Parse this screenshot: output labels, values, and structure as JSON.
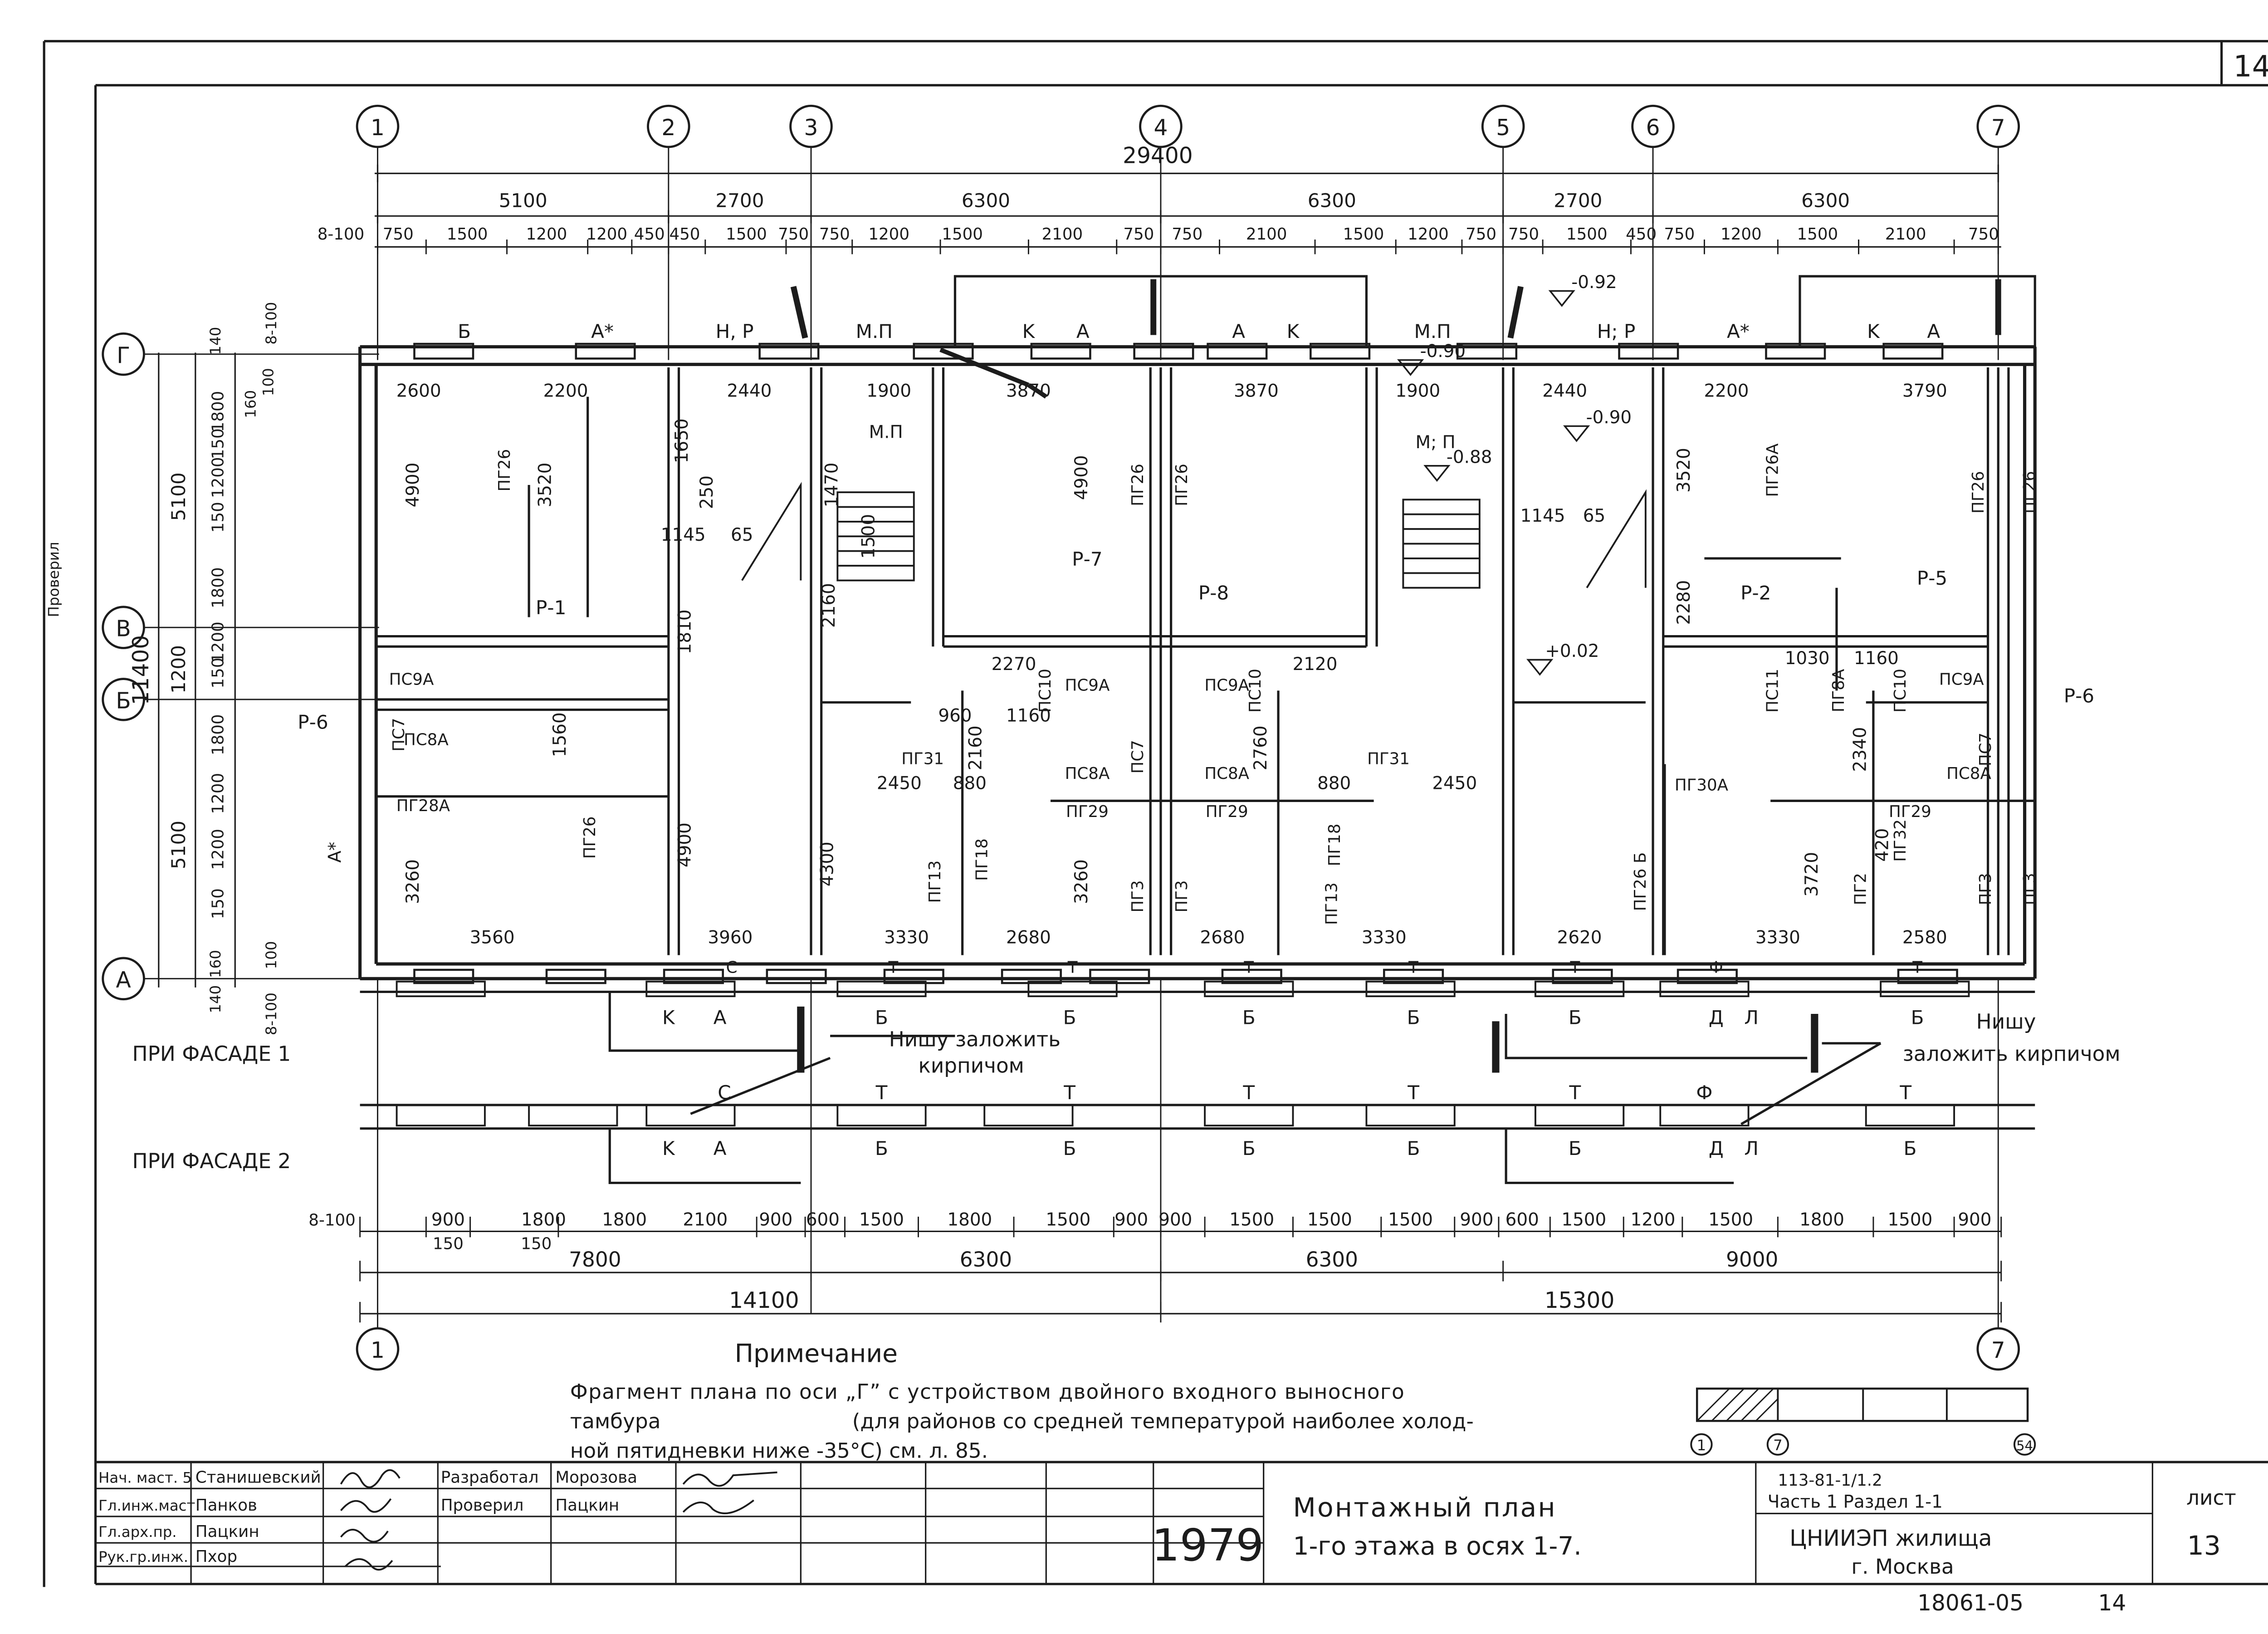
{
  "sheet_corner_page": "14",
  "axes": {
    "vertical": [
      "1",
      "2",
      "3",
      "4",
      "5",
      "6",
      "7"
    ],
    "horizontal": [
      "Г",
      "В",
      "Б",
      "А"
    ]
  },
  "top_dims": {
    "overall": "29400",
    "spans": [
      "5100",
      "2700",
      "6300",
      "6300",
      "2700",
      "6300"
    ],
    "detail_prefix": "8-100",
    "detail": [
      "750",
      "1500",
      "1200",
      "1200",
      "450",
      "450",
      "1500",
      "750",
      "750",
      "1200",
      "1500",
      "2100",
      "750",
      "750",
      "2100",
      "1500",
      "1200",
      "750",
      "750",
      "1500",
      "450",
      "750",
      "1200",
      "1500",
      "2100",
      "750"
    ]
  },
  "left_dims": {
    "overall": "11400",
    "spans": [
      "5100",
      "1200",
      "5100"
    ],
    "detail": [
      "1800",
      "150",
      "1200",
      "150",
      "1800",
      "1200",
      "150",
      "1800",
      "1200",
      "1200",
      "150"
    ],
    "edge": [
      "140",
      "160",
      "100",
      "140",
      "160",
      "100"
    ],
    "prefix": "8-100",
    "prefix_bottom": "8-100"
  },
  "bottom_dims": {
    "prefix": "8-100",
    "detail": [
      "900",
      "1800",
      "1800",
      "2100",
      "900",
      "600",
      "1500",
      "1800",
      "1500",
      "900",
      "900",
      "1500",
      "1500",
      "1500",
      "900",
      "600",
      "1500",
      "1200",
      "1500",
      "1800",
      "1500",
      "900"
    ],
    "small": [
      "150",
      "150"
    ],
    "spans": [
      "7800",
      "6300",
      "6300",
      "9000"
    ],
    "overall": [
      "14100",
      "15300"
    ]
  },
  "levels": [
    "-0.92",
    "-0.90",
    "-0.90",
    "-0.88",
    "+0.02"
  ],
  "panel_marks": {
    "top": [
      "Б",
      "A*",
      "H, P",
      "M.П",
      "K",
      "A",
      "A",
      "K",
      "M.П",
      "H; P",
      "A*",
      "K",
      "A"
    ],
    "left": [
      "A*"
    ],
    "bottom_row_t": [
      "C",
      "T",
      "T",
      "T",
      "T",
      "T",
      "Ф",
      "T"
    ],
    "facade1": [
      "K",
      "A",
      "Б",
      "Б",
      "Б",
      "Б",
      "Б",
      "Д",
      "Л",
      "Б"
    ],
    "facade2_upper": [
      "C",
      "T",
      "T",
      "T",
      "T",
      "T",
      "Ф",
      "T"
    ],
    "facade2_lower": [
      "K",
      "A",
      "Б",
      "Б",
      "Б",
      "Б",
      "Б",
      "Д",
      "Л",
      "Б"
    ]
  },
  "plan_labels": {
    "room_dims": [
      "2600",
      "2200",
      "2440",
      "1900",
      "3870",
      "3870",
      "1900",
      "2440",
      "2200",
      "3790",
      "3560",
      "3960",
      "3330",
      "2680",
      "2680",
      "3330",
      "2620",
      "3330",
      "2580",
      "2450",
      "2450",
      "880",
      "880",
      "960",
      "1160",
      "2270",
      "2120",
      "1030",
      "1160",
      "4900",
      "4900",
      "4900",
      "3520",
      "3520",
      "4300",
      "3260",
      "3260",
      "3720",
      "2160",
      "2160",
      "2760",
      "2340",
      "2280",
      "1810",
      "1560",
      "1650",
      "1470",
      "1500",
      "1145",
      "1145",
      "250",
      "65",
      "65",
      "420"
    ],
    "elements": [
      "ПГ26",
      "ПГ26",
      "ПГ26",
      "ПГ26А",
      "ПГ26",
      "ПГ26",
      "ПГ28А",
      "ПГ26",
      "ПГ13",
      "ПГ18",
      "ПГ3",
      "ПГ3",
      "ПГ18",
      "ПГ13",
      "ПГ26 Б",
      "ПГ2",
      "ПГ3",
      "ПГ3",
      "ПГ31",
      "ПГ31",
      "ПГ29",
      "ПГ29",
      "ПГ29",
      "ПГ30А",
      "ПГ32",
      "ПС9А",
      "ПС9А",
      "ПС9А",
      "ПС9А",
      "ПС8А",
      "ПС8А",
      "ПС8А",
      "ПС8А",
      "ПС7",
      "ПС7",
      "ПС7",
      "ПС10",
      "ПС10",
      "ПС10",
      "ПС11",
      "ПГ8А"
    ],
    "doors": [
      "Р-1",
      "Р-2",
      "Р-5",
      "Р-6",
      "Р-6",
      "Р-7",
      "Р-8"
    ],
    "stair": [
      "M.П",
      "M; П"
    ]
  },
  "facade_labels": {
    "f1": "ПРИ ФАСАДЕ 1",
    "f2": "ПРИ ФАСАДЕ 2",
    "note_left_1": "Нишу заложить",
    "note_left_2": "кирпичом",
    "note_right_1": "Нишу",
    "note_right_2": "заложить кирпичом"
  },
  "note": {
    "title": "Примечание",
    "line1": "Фрагмент плана по оси „Г” с устройством двойного входного выносного",
    "line2a": "тамбура",
    "line2b": "(для районов со средней температурой наиболее холод-",
    "line3": "ной пятидневки ниже -35°С)    см. л. 85."
  },
  "key_plan_marks": [
    "1",
    "7",
    "54"
  ],
  "title_block": {
    "roles": [
      "Нач. маст. 5",
      "Гл.инж.маст",
      "Гл.арх.пр.",
      "Рук.гр.инж."
    ],
    "names": [
      "Станишевский",
      "Панков",
      "Пацкин",
      "Пхор"
    ],
    "developed_label": "Разработал",
    "developed_name": "Морозова",
    "checked_label": "Проверил",
    "checked_name": "Пацкин",
    "year": "1979",
    "title1": "Монтажный план",
    "title2": "1-го этажа в осях 1-7.",
    "series": "113-81-1/1.2",
    "part": "Часть 1   Раздел 1-1",
    "org1": "ЦНИИЭП жилища",
    "org2": "г. Москва",
    "sheet_label": "лист",
    "sheet_no": "13",
    "inv_no": "18061-05",
    "inv_page": "14"
  },
  "side_stamp": "Проверил",
  "colors": {
    "ink": "#1c1c1c",
    "paper": "#ffffff"
  }
}
